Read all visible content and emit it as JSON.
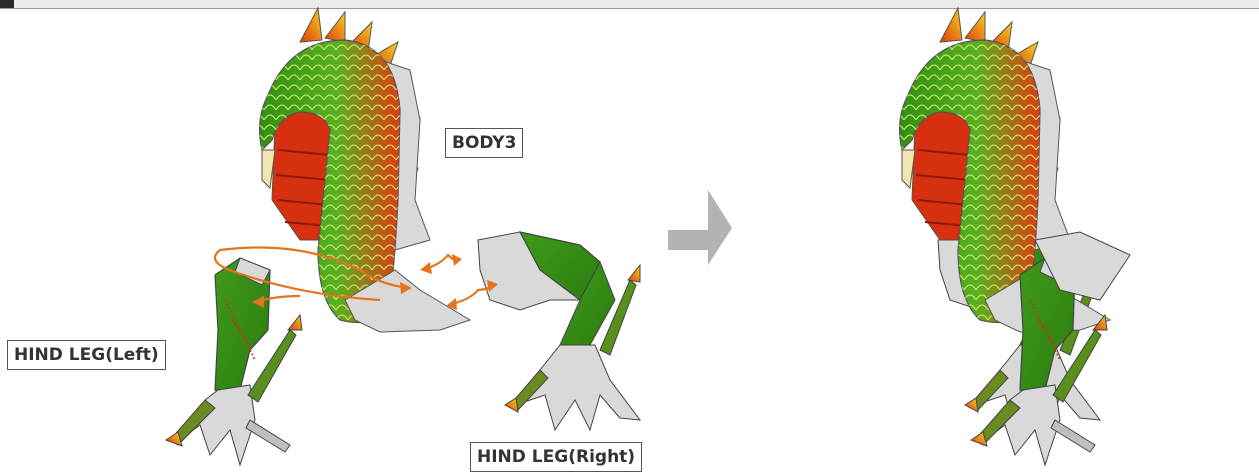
{
  "header": {
    "title_fragment": "ing(Right) ... ing(Left) ... y"
  },
  "labels": {
    "body3": "BODY3",
    "hind_leg_left": "HIND LEG(Left)",
    "hind_leg_right": "HIND LEG(Right)"
  },
  "colors": {
    "scale_green": "#3e9a1a",
    "scale_red": "#e23a12",
    "spike_yellow": "#f2d31a",
    "paper_grey": "#d9d9d9",
    "arrow_orange": "#e8731e",
    "step_arrow_grey": "#b3b3b3"
  }
}
